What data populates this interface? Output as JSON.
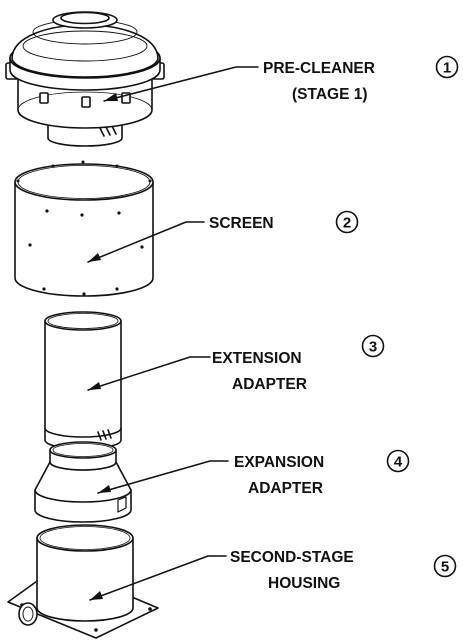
{
  "parts": [
    {
      "name": "PRE-CLEANER",
      "sub": "(STAGE 1)",
      "number": "1"
    },
    {
      "name": "SCREEN",
      "sub": "",
      "number": "2"
    },
    {
      "name": "EXTENSION",
      "sub": "ADAPTER",
      "number": "3"
    },
    {
      "name": "EXPANSION",
      "sub": "ADAPTER",
      "number": "4"
    },
    {
      "name": "SECOND-STAGE",
      "sub": "HOUSING",
      "number": "5"
    }
  ]
}
